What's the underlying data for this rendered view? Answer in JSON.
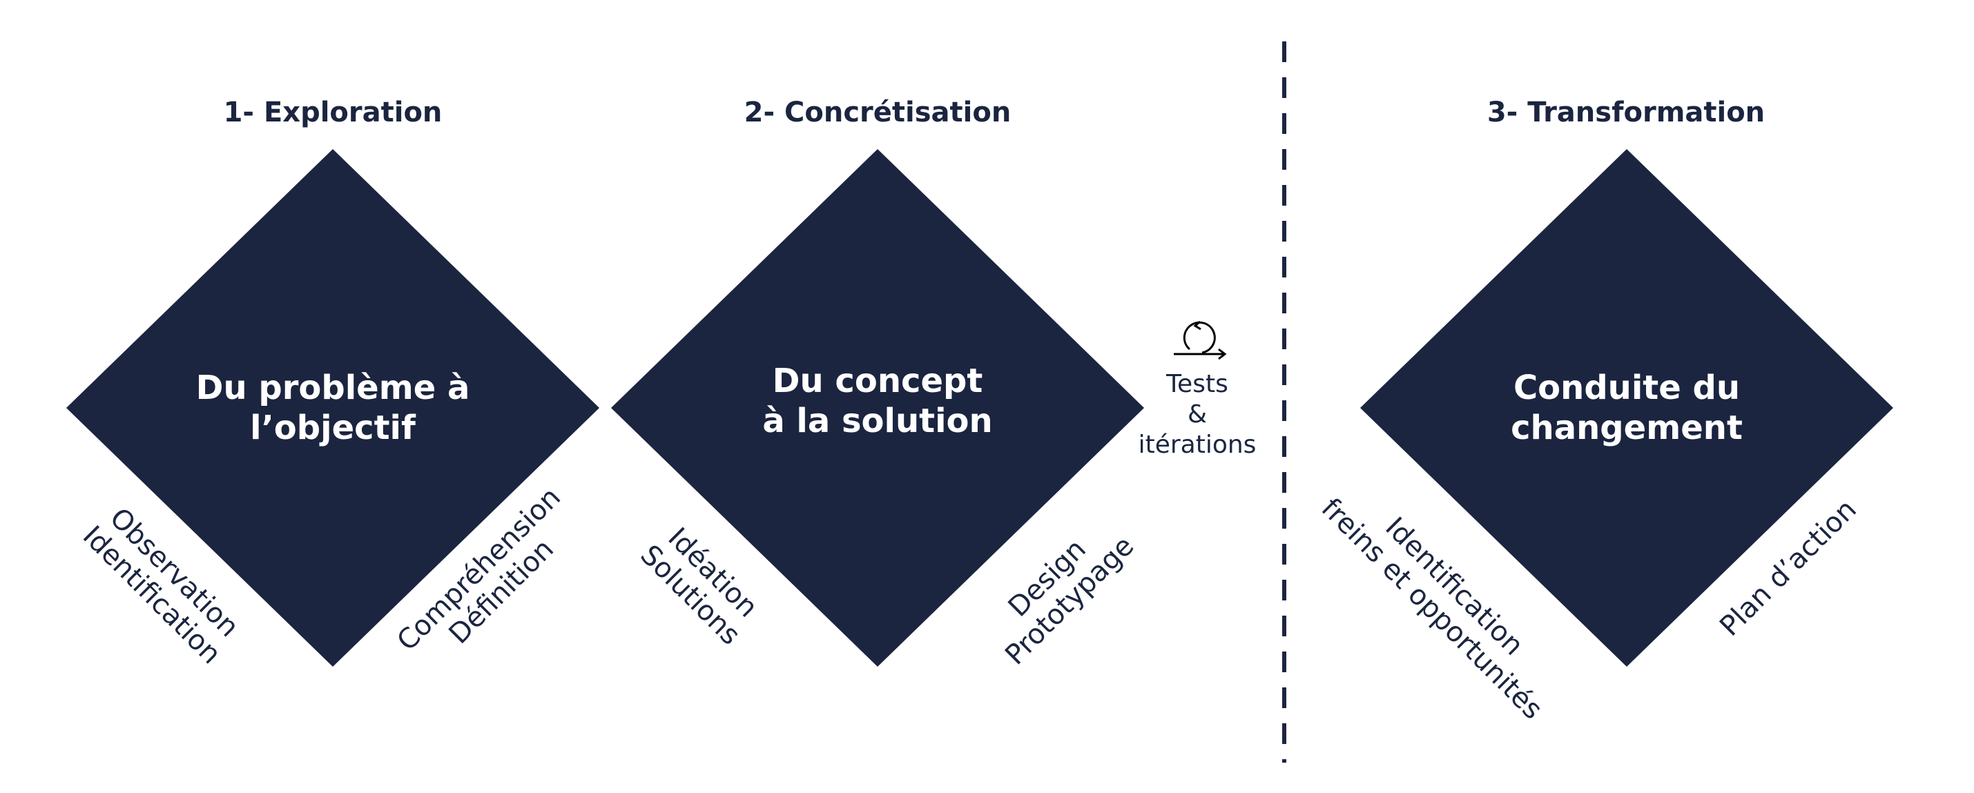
{
  "colors": {
    "navy": "#1b2540",
    "white": "#ffffff"
  },
  "phases": [
    {
      "title": "1- Exploration",
      "center": [
        "Du problème à",
        "l’objectif"
      ],
      "left_labels": [
        "Observation",
        "Identification"
      ],
      "right_labels": [
        "Compréhension",
        "Définition"
      ]
    },
    {
      "title": "2- Concrétisation",
      "center": [
        "Du concept",
        "à la solution"
      ],
      "left_labels": [
        "Idéation",
        "Solutions"
      ],
      "right_labels": [
        "Design",
        "Prototypage"
      ]
    },
    {
      "title": "3- Transformation",
      "center": [
        "Conduite du",
        "changement"
      ],
      "left_labels": [
        "Identification",
        "freins et opportunités"
      ],
      "right_labels": [
        "Plan d’action"
      ]
    }
  ],
  "iteration": {
    "icon": "iteration-loop-icon",
    "lines": [
      "Tests",
      "&",
      "itérations"
    ]
  }
}
